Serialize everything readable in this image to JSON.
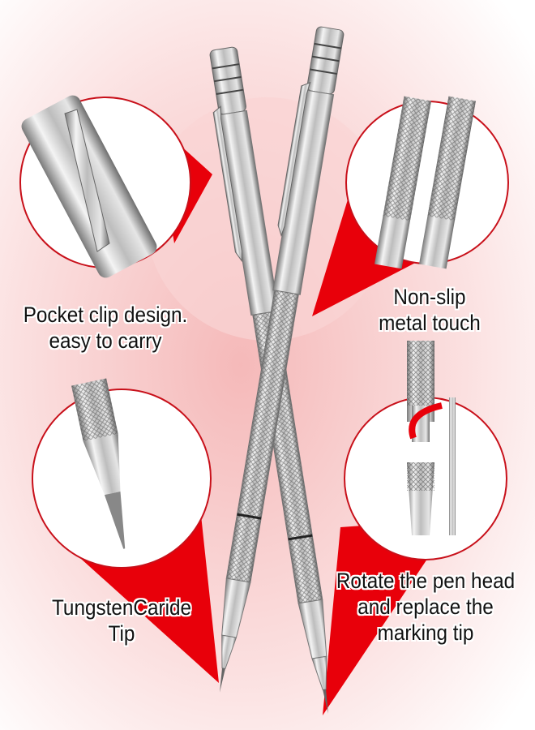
{
  "captions": {
    "pocket_clip_line1": "Pocket clip design.",
    "pocket_clip_line2": "easy to carry",
    "non_slip_line1": "Non-slip",
    "non_slip_line2": "metal touch",
    "tip_line1": "TungstenCaride",
    "tip_line2": "Tip",
    "rotate_line1": "Rotate the pen head",
    "rotate_line2": "and replace the",
    "rotate_line3": "marking tip"
  },
  "colors": {
    "accent_red": "#e8000a",
    "background_pink": "#f7c9c9",
    "silver": "#c8c8c8"
  }
}
